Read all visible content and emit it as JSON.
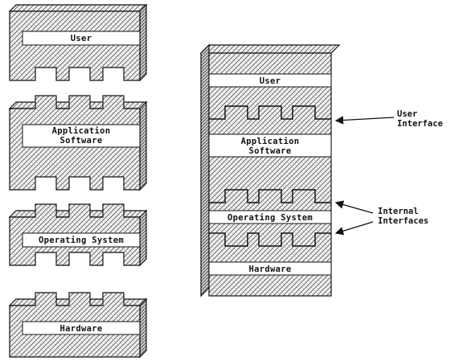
{
  "separate_layers": {
    "user": "User",
    "application": [
      "Application",
      "Software"
    ],
    "operating_system": "Operating System",
    "hardware": "Hardware"
  },
  "stacked_layers": {
    "user": "User",
    "application": [
      "Application",
      "Software"
    ],
    "operating_system": "Operating System",
    "hardware": "Hardware"
  },
  "annotations": {
    "user_interface": [
      "User",
      "Interface"
    ],
    "internal_interfaces": [
      "Internal",
      "Interfaces"
    ]
  }
}
